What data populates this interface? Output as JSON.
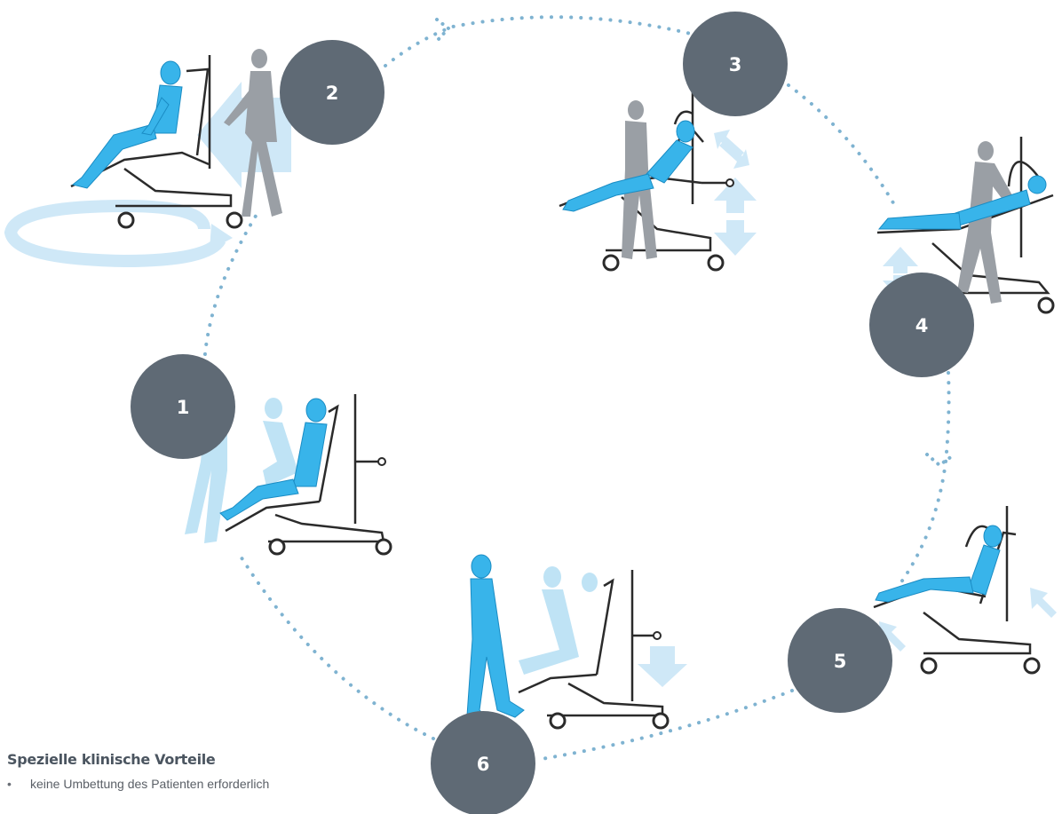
{
  "colors": {
    "circle": "#5f6a75",
    "dots": "#7fb3d1",
    "patient": "#38b4ea",
    "patient_light": "#bfe3f5",
    "staff": "#9a9fa5",
    "chair": "#2b2b2b",
    "arrow": "#c6e4f6"
  },
  "steps": [
    {
      "number": "1",
      "scene": "patient-sitting-down"
    },
    {
      "number": "2",
      "scene": "chair-rotation-with-nurse"
    },
    {
      "number": "3",
      "scene": "back-and-height-adjustment"
    },
    {
      "number": "4",
      "scene": "lying-position-height-adjustment"
    },
    {
      "number": "5",
      "scene": "reclined-position"
    },
    {
      "number": "6",
      "scene": "patient-standing-up"
    }
  ],
  "footer": {
    "heading": "Spezielle klinische Vorteile",
    "bullets": [
      {
        "marker": "•",
        "text": "keine Umbettung des Patienten erforderlich"
      }
    ]
  }
}
